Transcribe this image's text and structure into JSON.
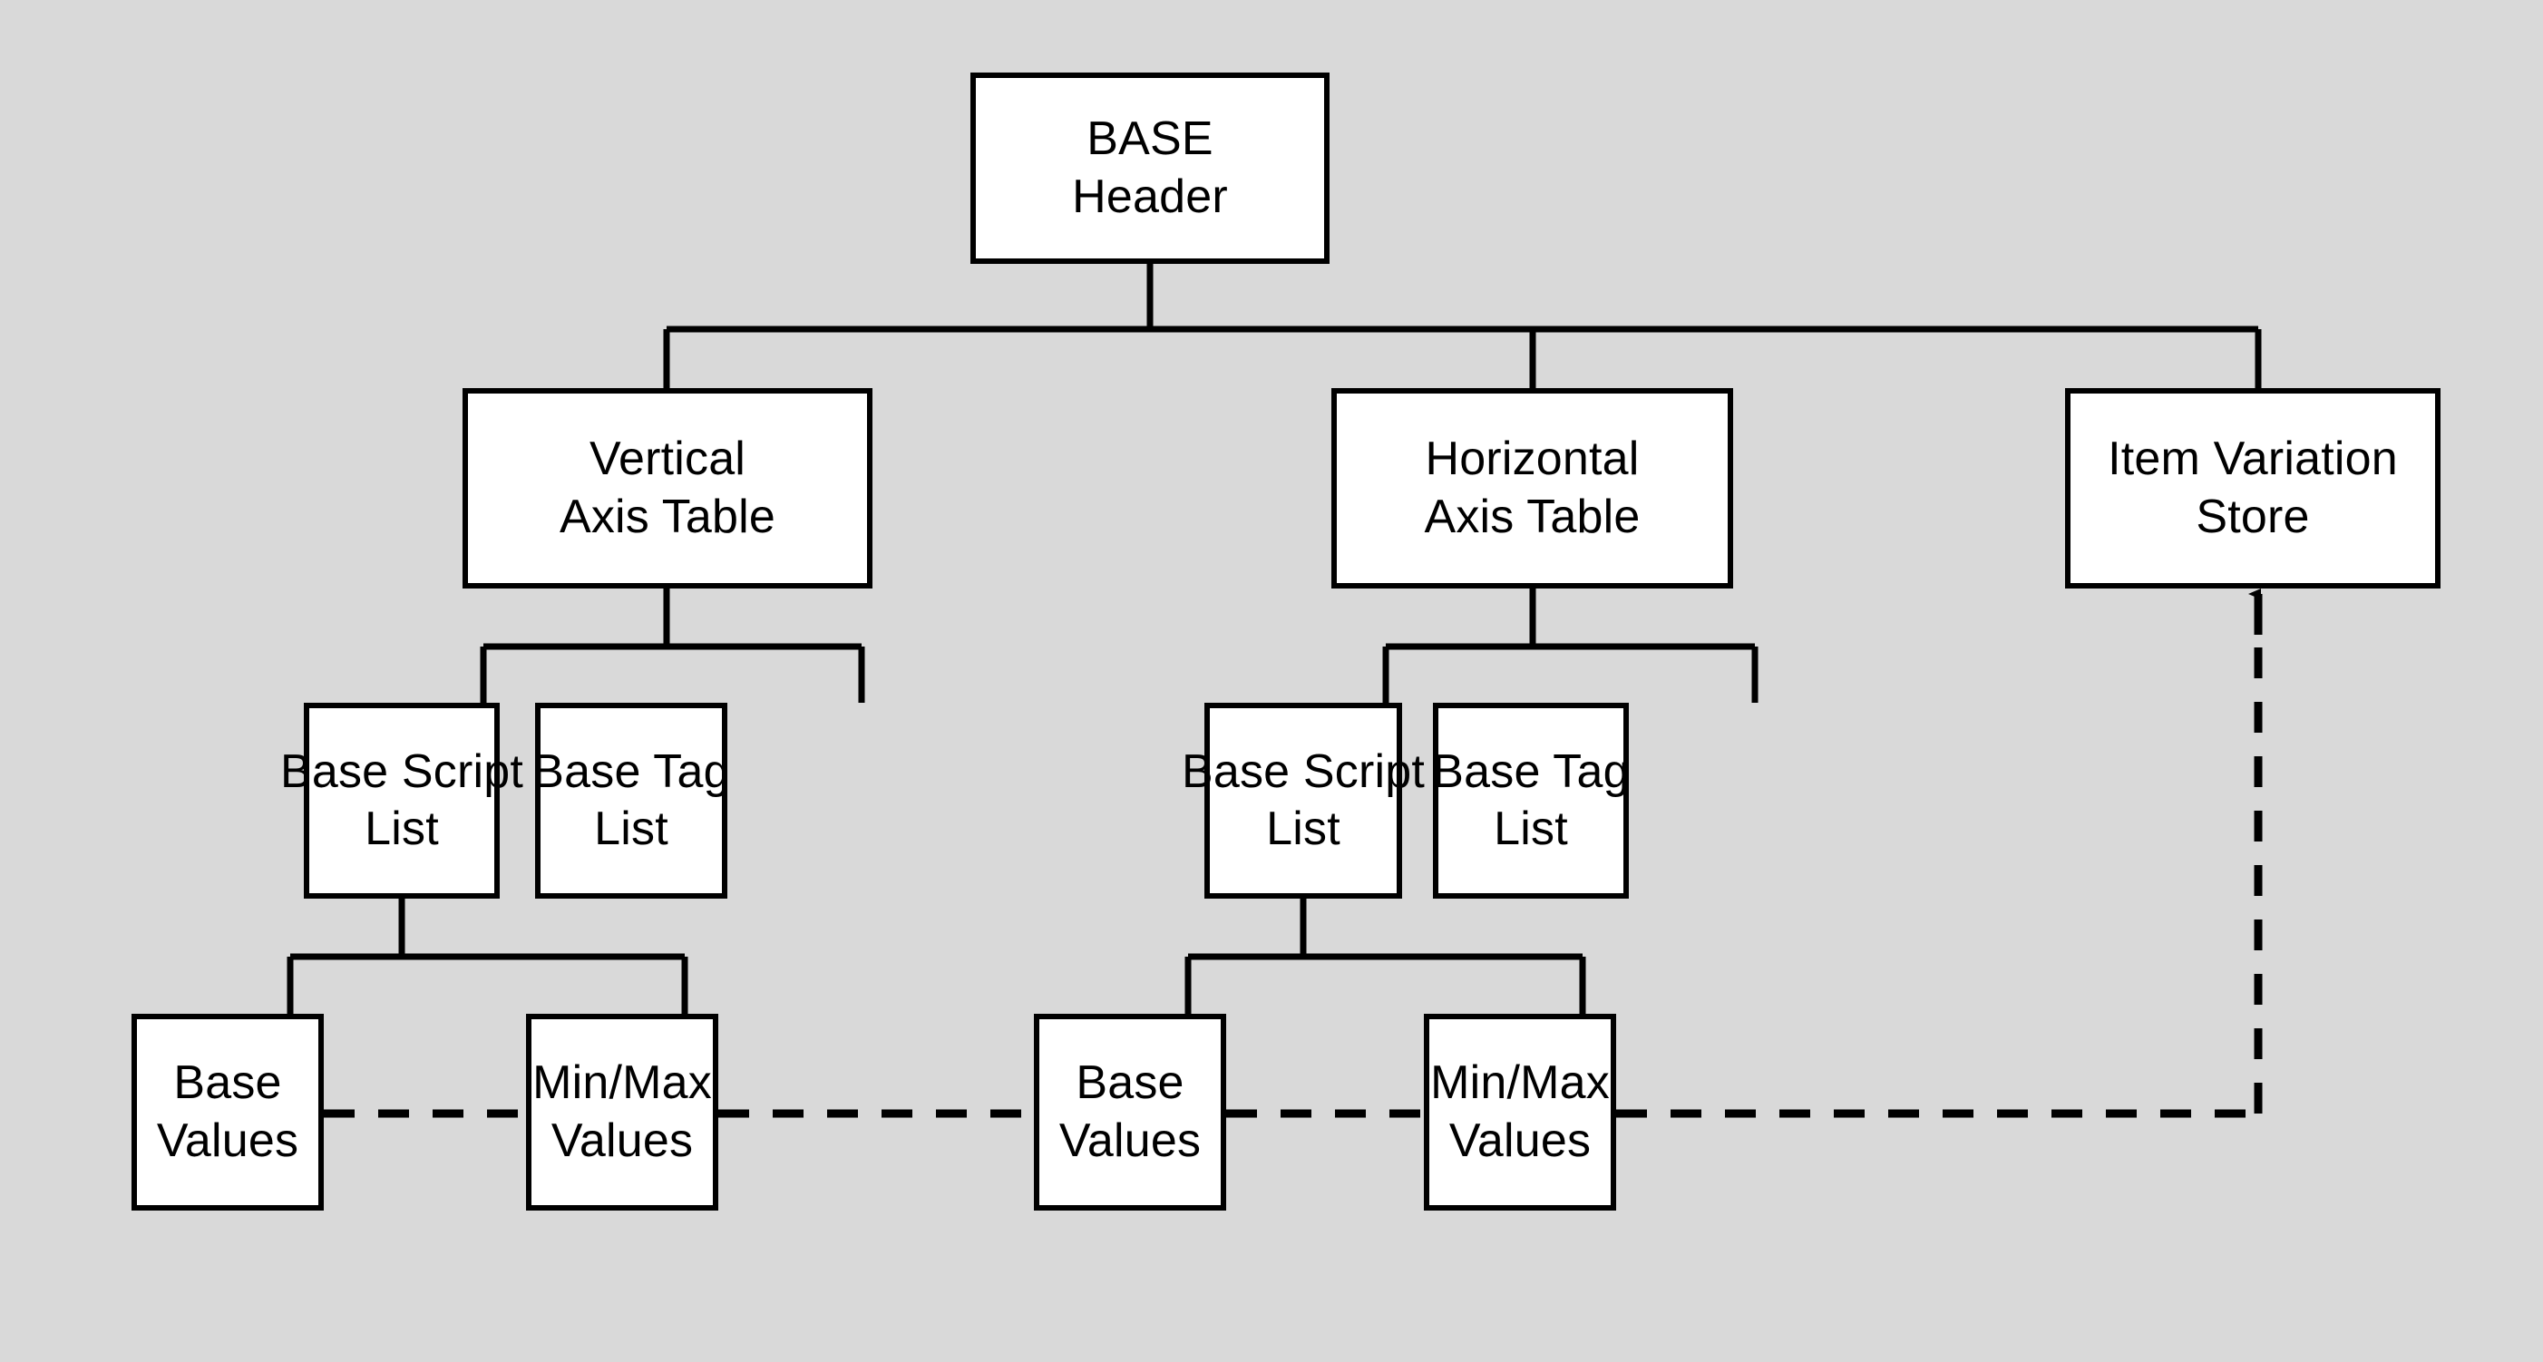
{
  "diagram": {
    "title": "BASE table structure",
    "background_color": "#d9d9d9",
    "box_fill_color": "#ffffff",
    "line_color": "#000000",
    "nodes": {
      "base_header": {
        "line1": "BASE",
        "line2": "Header"
      },
      "vertical_axis_table": {
        "line1": "Vertical",
        "line2": "Axis Table"
      },
      "horizontal_axis_table": {
        "line1": "Horizontal",
        "line2": "Axis Table"
      },
      "item_variation_store": {
        "line1": "Item Variation",
        "line2": "Store"
      },
      "v_base_script_list": {
        "line1": "Base Script",
        "line2": "List"
      },
      "v_base_tag_list": {
        "line1": "Base Tag",
        "line2": "List"
      },
      "h_base_script_list": {
        "line1": "Base Script",
        "line2": "List"
      },
      "h_base_tag_list": {
        "line1": "Base Tag",
        "line2": "List"
      },
      "v_base_values": {
        "line1": "Base",
        "line2": "Values"
      },
      "v_minmax_values": {
        "line1": "Min/Max",
        "line2": "Values"
      },
      "h_base_values": {
        "line1": "Base",
        "line2": "Values"
      },
      "h_minmax_values": {
        "line1": "Min/Max",
        "line2": "Values"
      }
    },
    "edges": [
      {
        "from": "base_header",
        "to": "vertical_axis_table",
        "style": "solid"
      },
      {
        "from": "base_header",
        "to": "horizontal_axis_table",
        "style": "solid"
      },
      {
        "from": "base_header",
        "to": "item_variation_store",
        "style": "solid"
      },
      {
        "from": "vertical_axis_table",
        "to": "v_base_script_list",
        "style": "solid"
      },
      {
        "from": "vertical_axis_table",
        "to": "v_base_tag_list",
        "style": "solid"
      },
      {
        "from": "horizontal_axis_table",
        "to": "h_base_script_list",
        "style": "solid"
      },
      {
        "from": "horizontal_axis_table",
        "to": "h_base_tag_list",
        "style": "solid"
      },
      {
        "from": "v_base_script_list",
        "to": "v_base_values",
        "style": "solid"
      },
      {
        "from": "v_base_script_list",
        "to": "v_minmax_values",
        "style": "solid"
      },
      {
        "from": "h_base_script_list",
        "to": "h_base_values",
        "style": "solid"
      },
      {
        "from": "h_base_script_list",
        "to": "h_minmax_values",
        "style": "solid"
      },
      {
        "from": "v_base_values",
        "to": "v_minmax_values",
        "style": "dashed"
      },
      {
        "from": "v_minmax_values",
        "to": "h_base_values",
        "style": "dashed"
      },
      {
        "from": "h_base_values",
        "to": "h_minmax_values",
        "style": "dashed"
      },
      {
        "from": "h_minmax_values",
        "to": "item_variation_store",
        "style": "dashed-arrow"
      }
    ]
  }
}
